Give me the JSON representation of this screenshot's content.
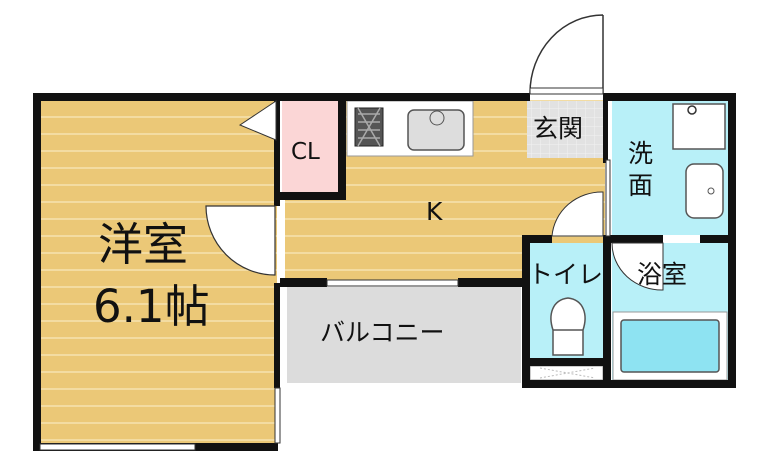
{
  "rooms": {
    "western": {
      "name": "洋室",
      "size": "6.1帖"
    },
    "closet": "CL",
    "kitchen": "K",
    "entrance": "玄関",
    "washroom_line1": "洗",
    "washroom_line2": "面",
    "toilet": "トイレ",
    "bathroom": "浴室",
    "balcony": "バルコニー"
  },
  "colors": {
    "floor_wood": "#ebc877",
    "floor_stripe": "#f3dca2",
    "wet_area": "#b8f0f8",
    "closet": "#fbd6d6",
    "tile": "#e2e2e2",
    "balcony": "#dcdcdc",
    "wall": "#111111"
  }
}
